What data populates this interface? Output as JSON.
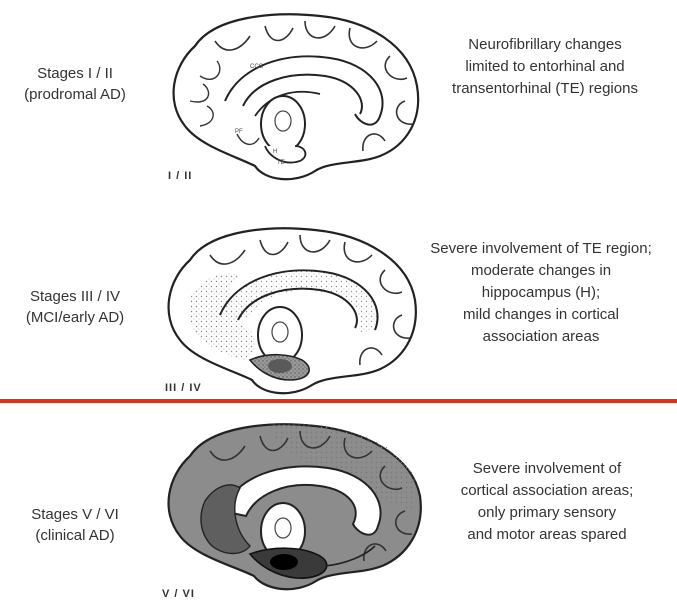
{
  "divider_color": "#e0301e",
  "stages": [
    {
      "label_line1": "Stages I / II",
      "label_line2": "(prodromal AD)",
      "code": "I / II",
      "desc": [
        "Neurofibrillary changes",
        "limited to entorhinal and",
        "transentorhinal (TE) regions"
      ],
      "region_labels": {
        "ccg": "CCG",
        "pf": "PF",
        "h": "H",
        "te": "TE"
      }
    },
    {
      "label_line1": "Stages III / IV",
      "label_line2": "(MCI/early AD)",
      "code": "III / IV",
      "desc": [
        "Severe involvement of TE region;",
        "moderate changes in",
        "hippocampus (H);",
        "mild changes in cortical",
        "association areas"
      ]
    },
    {
      "label_line1": "Stages V / VI",
      "label_line2": "(clinical AD)",
      "code": "V / VI",
      "desc": [
        "Severe involvement of",
        "cortical association areas;",
        "only primary sensory",
        "and motor areas spared"
      ]
    }
  ]
}
